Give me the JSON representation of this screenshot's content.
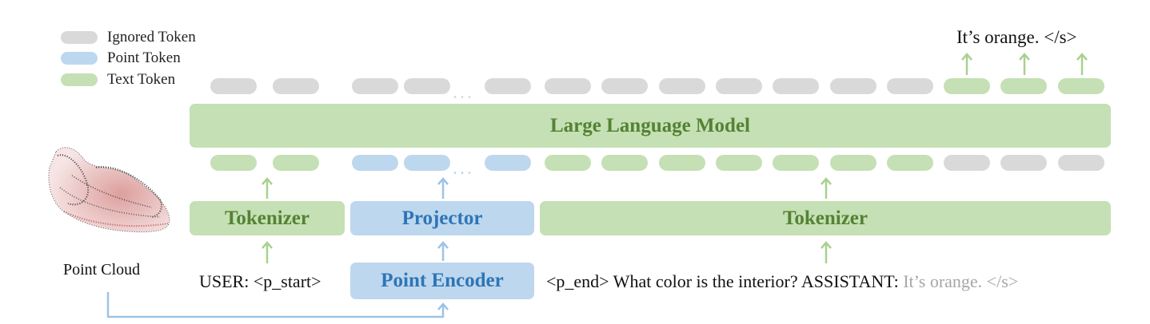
{
  "colors": {
    "ignored": "#d9d9d9",
    "point": "#bdd7ee",
    "text": "#c5e0b4",
    "point_text": "#2e75b6",
    "text_text": "#548235",
    "arrow_green": "#a9d18e",
    "arrow_blue": "#9dc3e6",
    "muted_text": "#a6a6a6"
  },
  "legend": [
    {
      "label": "Ignored Token",
      "color": "#d9d9d9"
    },
    {
      "label": "Point Token",
      "color": "#bdd7ee"
    },
    {
      "label": "Text Token",
      "color": "#c5e0b4"
    }
  ],
  "output_text": "It’s orange. </s>",
  "llm_label": "Large Language Model",
  "tokenizer_left_label": "Tokenizer",
  "projector_label": "Projector",
  "tokenizer_right_label": "Tokenizer",
  "point_encoder_label": "Point Encoder",
  "point_cloud_label": "Point Cloud",
  "ellipsis": "...",
  "input": {
    "user_prefix": "USER: <p_start>",
    "question": "<p_end> What color is the interior? ASSISTANT:",
    "answer": "It’s orange. </s>"
  },
  "top_token_types": [
    "ignored",
    "ignored",
    "ignored",
    "ignored",
    "ignored",
    "ignored",
    "ignored",
    "ignored",
    "ignored",
    "ignored",
    "ignored",
    "ignored",
    "text",
    "text",
    "text"
  ],
  "bottom_token_types": [
    "text",
    "text",
    "point",
    "point",
    "point",
    "text",
    "text",
    "text",
    "text",
    "text",
    "text",
    "text",
    "ignored",
    "ignored",
    "ignored"
  ],
  "icons": [
    "point-cloud-icon",
    "arrow-up-icon"
  ]
}
